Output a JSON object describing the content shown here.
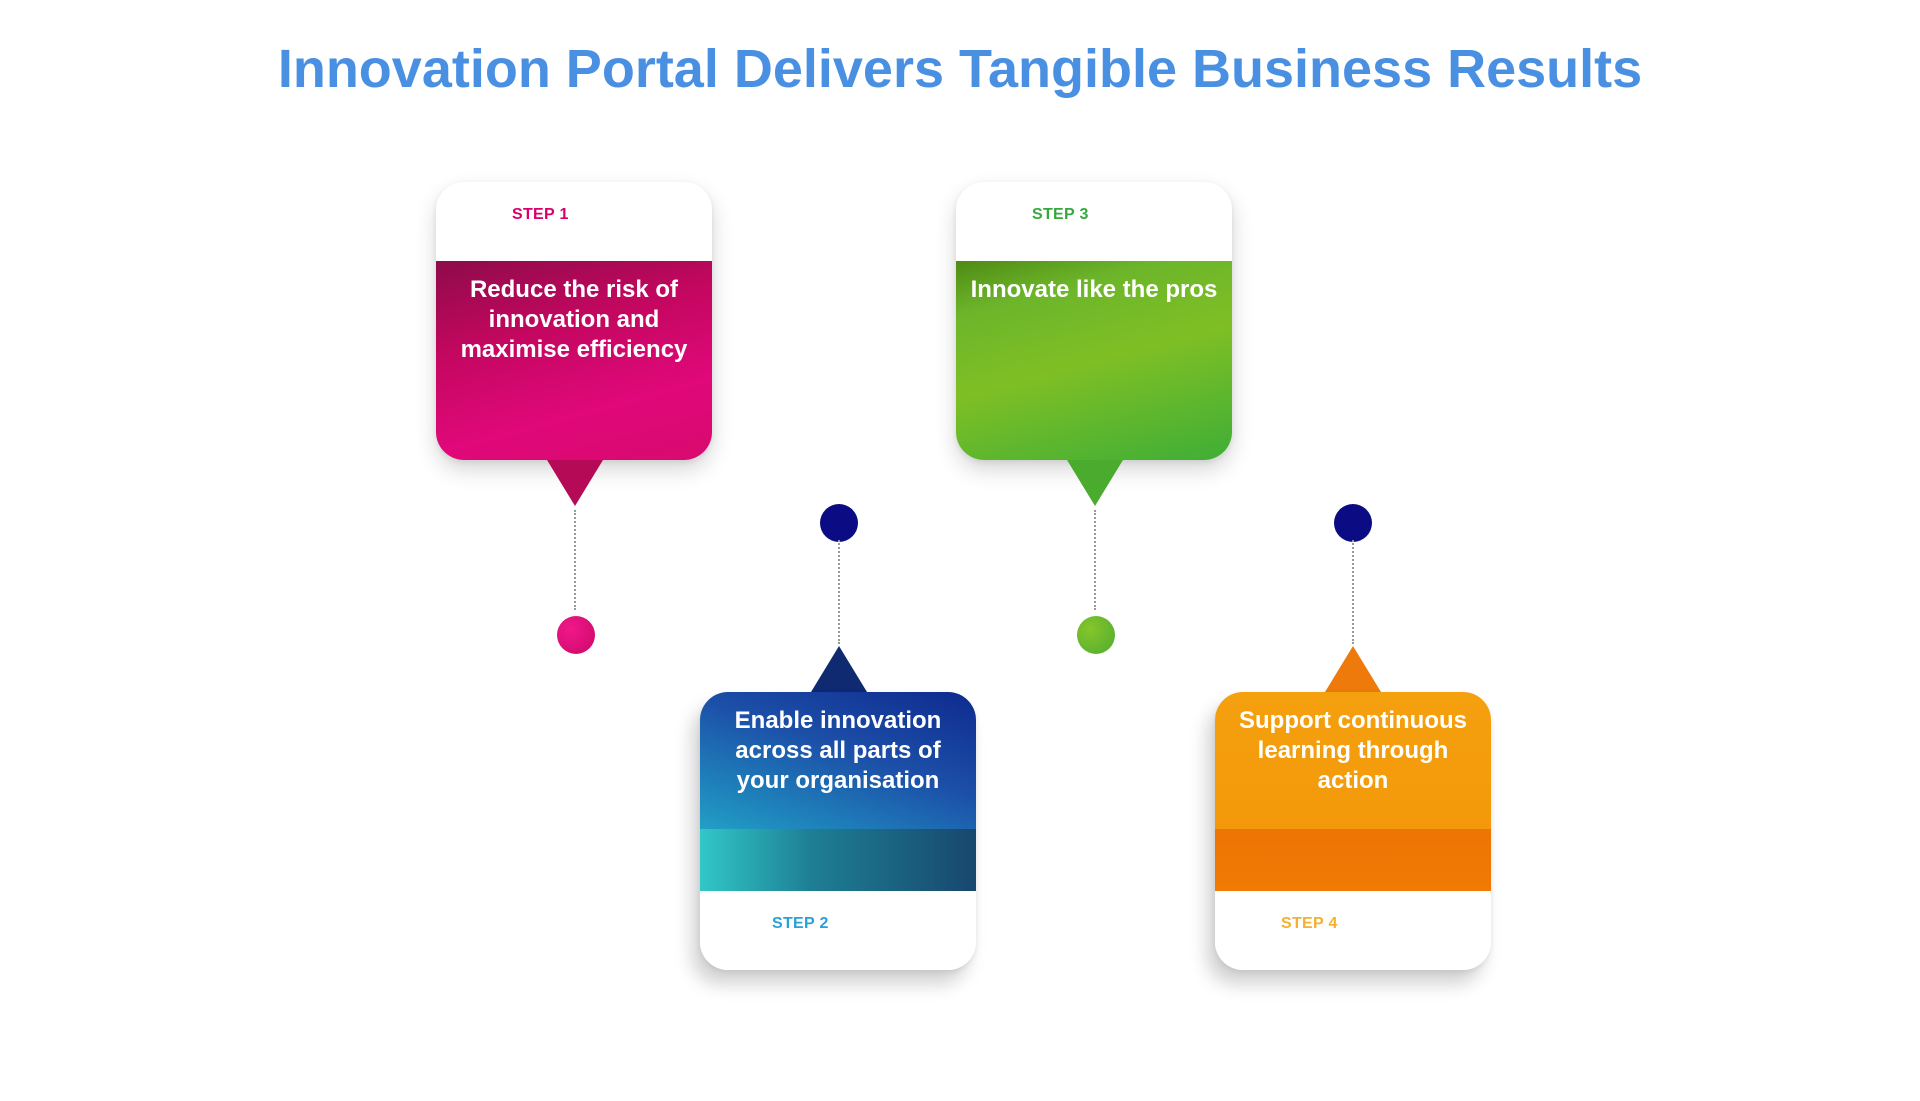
{
  "title": "Innovation Portal Delivers Tangible Business Results",
  "steps": [
    {
      "label": "STEP 1",
      "text": "Reduce the risk of innovation and maximise efficiency",
      "color": "#d9006c"
    },
    {
      "label": "STEP 2",
      "text": "Enable innovation across all parts of your organisation",
      "color": "#2aa0d8"
    },
    {
      "label": "STEP 3",
      "text": "Innovate like the pros",
      "color": "#37a93c"
    },
    {
      "label": "STEP 4",
      "text": "Support continuous learning through action",
      "color": "#f4b02e"
    }
  ],
  "colors": {
    "title": "#4a90e2",
    "node_dot": "#0b0c84"
  }
}
